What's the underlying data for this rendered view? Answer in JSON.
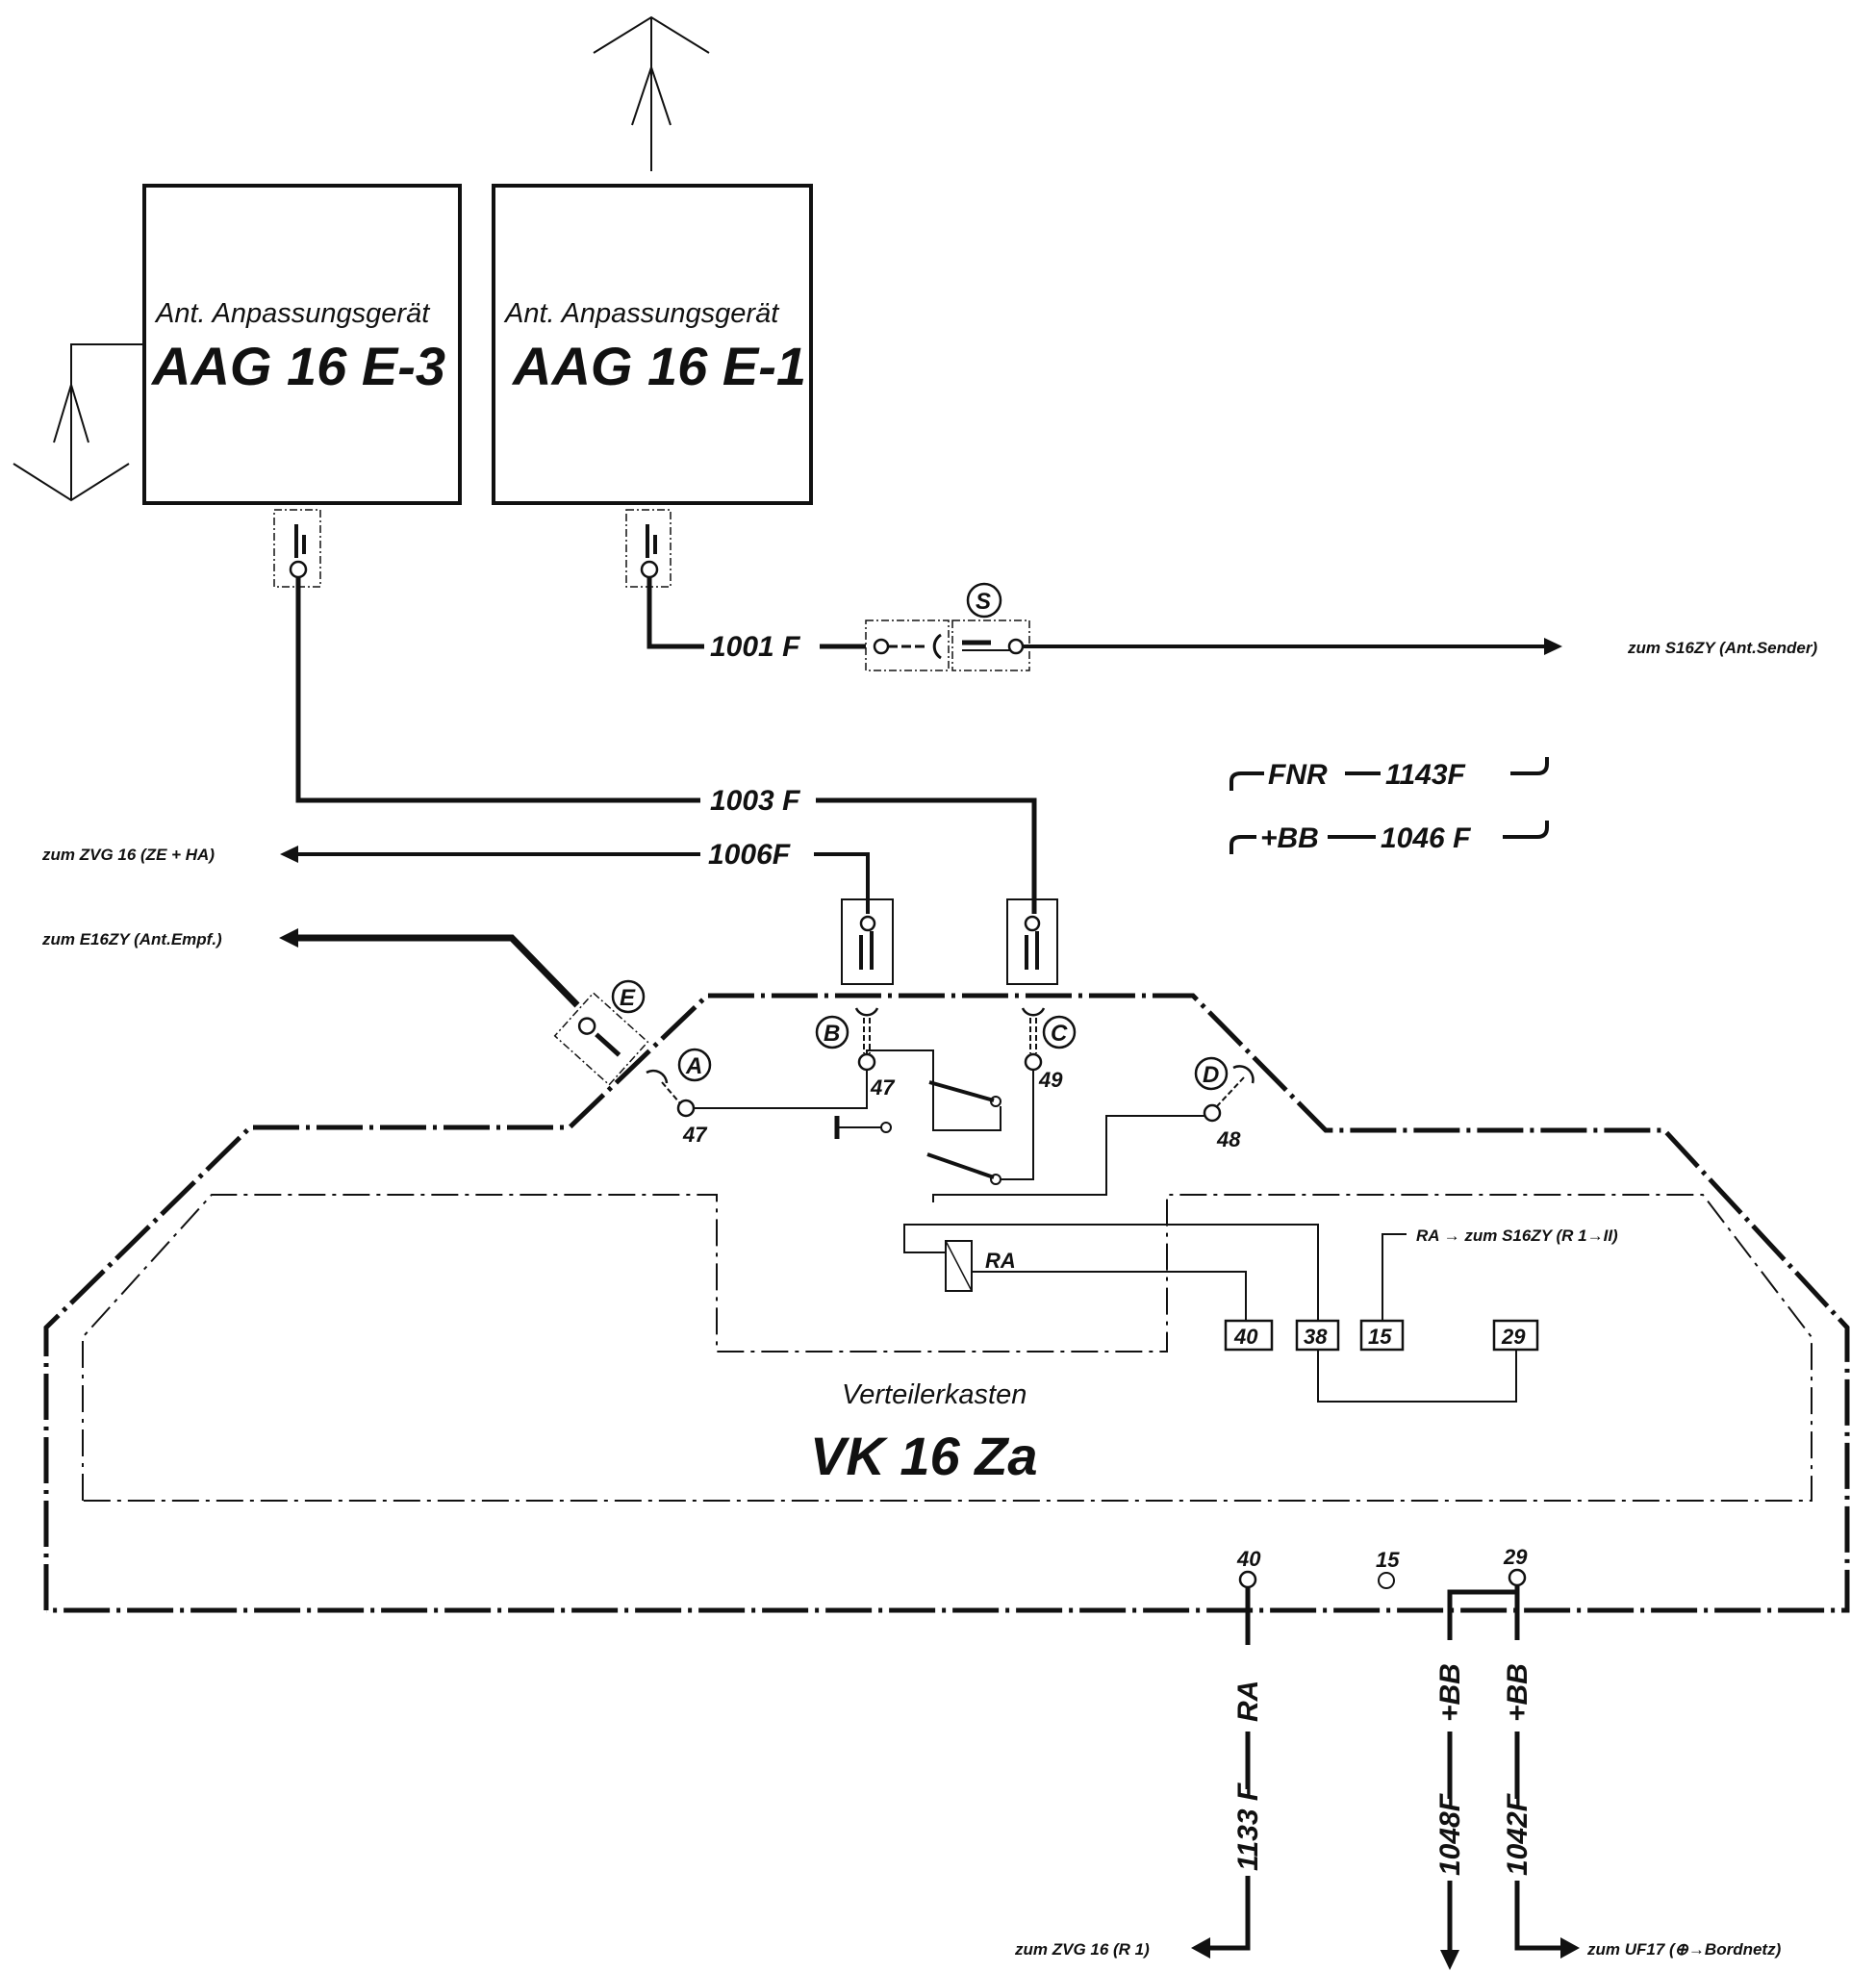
{
  "devices": {
    "aag_e3": {
      "title": "Ant. Anpassungsgerät",
      "model": "AAG 16 E-3"
    },
    "aag_e1": {
      "title": "Ant. Anpassungsgerät",
      "model": "AAG 16 E-1"
    },
    "vk": {
      "title": "Verteilerkasten",
      "model": "VK 16 Za"
    }
  },
  "wires": {
    "w1001": "1001 F",
    "w1003": "1003 F",
    "w1006": "1006F",
    "w1143": "1143F",
    "w1046": "1046 F",
    "w1133": "1133 F",
    "w1048": "1048F",
    "w1042": "1042F"
  },
  "signals": {
    "fnr": "FNR",
    "bb": "+BB",
    "ra": "RA",
    "bb_v1": "+BB",
    "bb_v2": "+BB",
    "ra_v": "RA"
  },
  "destinations": {
    "s16zy_sender": "zum S16ZY (Ant.Sender)",
    "zvg_ze_ha": "zum ZVG 16 (ZE + HA)",
    "e16zy_empf": "zum E16ZY (Ant.Empf.)",
    "ra_s16zy": "RA → zum S16ZY (R 1→II)",
    "zvg_r1": "zum ZVG 16 (R 1)",
    "uf17": "zum UF17 (⊕→Bordnetz)"
  },
  "connectors": {
    "s": "S",
    "a": "A",
    "b": "B",
    "c": "C",
    "d": "D",
    "e": "E"
  },
  "pins": {
    "p47a": "47",
    "p47b": "47",
    "p49": "49",
    "p48": "48",
    "relay_label": "RA",
    "t40": "40",
    "t38": "38",
    "t15": "15",
    "t29": "29",
    "o40": "40",
    "o15": "15",
    "o29": "29"
  }
}
